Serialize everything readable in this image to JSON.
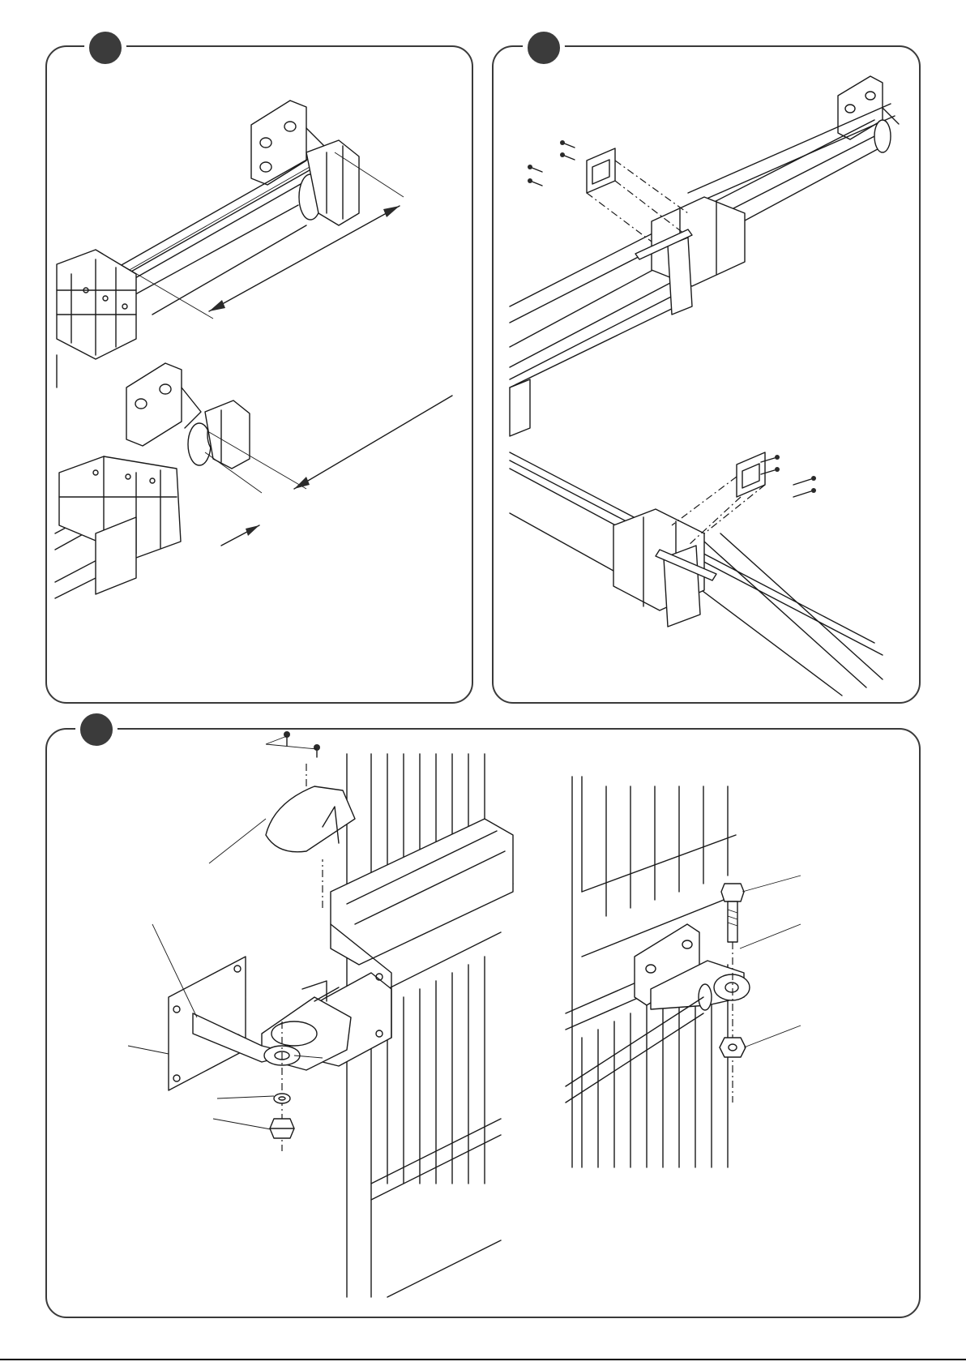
{
  "page": {
    "background": "#ffffff",
    "line_color": "#1a1a1a",
    "badge_color": "#3b3b3b"
  },
  "panels": [
    {
      "id": "step-a",
      "description_visible_text": ""
    },
    {
      "id": "step-b",
      "description_visible_text": ""
    },
    {
      "id": "step-c",
      "description_visible_text": ""
    }
  ]
}
